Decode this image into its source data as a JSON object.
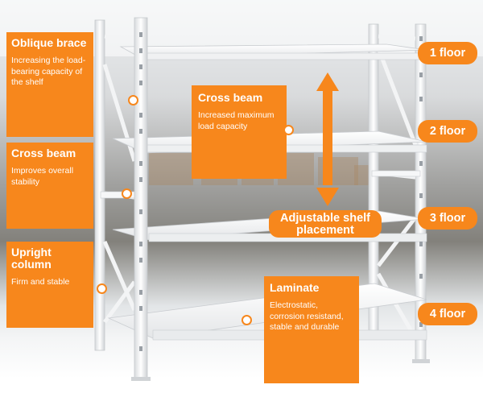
{
  "callouts": {
    "oblique_brace": {
      "title": "Oblique brace",
      "desc": "Increasing the load-bearing capacity of the shelf"
    },
    "cross_beam_left": {
      "title": "Cross beam",
      "desc": "Improves overall stability"
    },
    "upright_column": {
      "title": "Upright column",
      "desc": "Firm and stable"
    },
    "cross_beam_center": {
      "title": "Cross beam",
      "desc": "Increased maximum load capacity"
    },
    "laminate": {
      "title": "Laminate",
      "desc": "Electrostatic, corrosion resistand, stable and durable"
    }
  },
  "adjustable": {
    "label": "Adjustable shelf placement"
  },
  "floors": [
    "1 floor",
    "2 floor",
    "3 floor",
    "4 floor"
  ],
  "colors": {
    "accent": "#f7871c",
    "shelf": "#ffffff"
  }
}
